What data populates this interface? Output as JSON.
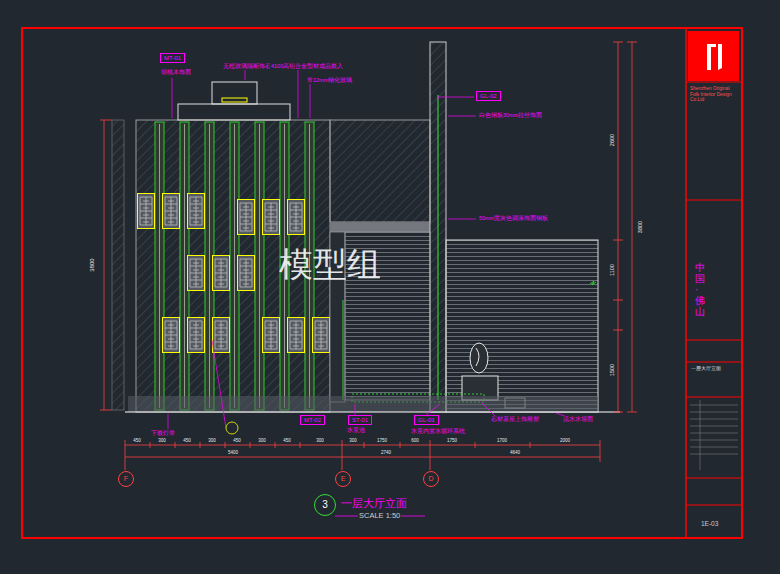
{
  "diagram": {
    "title": "一层大厅立面",
    "caption": "SCALE 1:50",
    "nodes": [
      {
        "text": [
          "MT-01"
        ]
      },
      {
        "text": [
          "GL-02"
        ]
      },
      {
        "text": [
          "MT-02"
        ]
      },
      {
        "text": [
          "ST-01"
        ]
      },
      {
        "text": [
          "GL-01"
        ]
      },
      {
        "text": [
          "F"
        ]
      },
      {
        "text": [
          "E"
        ]
      },
      {
        "text": [
          "D"
        ]
      },
      {
        "text": [
          "3"
        ]
      }
    ],
    "labels": [
      "模型组",
      "胡桃木饰面",
      "无框玻璃隔断饰石",
      "4100高铝合金型材成品嵌入",
      "常12mm钢化玻璃",
      "白色钢板30mm拉丝饰面",
      "50mm宽灰色调漆饰面钢板",
      "下嵌灯带",
      "水景池",
      "水景内置水循环系统",
      "石材基座上饰雕塑",
      "流水水墙面",
      "3800",
      "2600",
      "1100",
      "1500",
      "3800",
      "450",
      "300",
      "450",
      "300",
      "450",
      "300",
      "450",
      "300",
      "300",
      "1750",
      "600",
      "1750",
      "1700",
      "2000",
      "5400",
      "2740",
      "4640",
      "Shenzhen Original Folk Interior Design Co.Ltd",
      "中国·佛山",
      "一层大厅立面",
      "1E-03"
    ]
  }
}
